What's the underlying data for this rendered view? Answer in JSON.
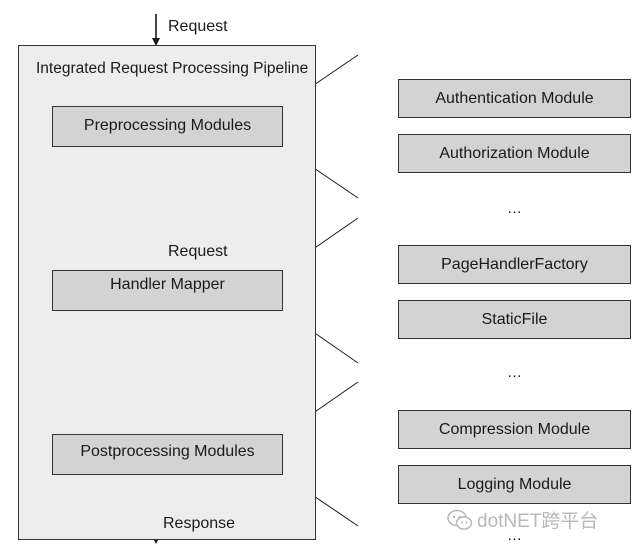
{
  "top": {
    "request_label": "Request"
  },
  "pipeline": {
    "title": "Integrated Request Processing Pipeline",
    "preprocessing_label": "Preprocessing Modules",
    "handler_request_label": "Request",
    "handler_mapper_label": "Handler Mapper",
    "postprocessing_label": "Postprocessing Modules"
  },
  "bottom": {
    "response_label": "Response"
  },
  "modules": {
    "group1": [
      "Authentication Module",
      "Authorization Module"
    ],
    "group2": [
      "PageHandlerFactory",
      "StaticFile"
    ],
    "group3": [
      "Compression Module",
      "Logging Module"
    ],
    "ellipsis": "…"
  },
  "watermark": {
    "text": "dotNET跨平台",
    "icon": "wechat-icon"
  },
  "colors": {
    "panel_fill": "#ededed",
    "box_fill": "#d3d3d3",
    "stroke": "#333333",
    "watermark": "#b8b8b8"
  }
}
